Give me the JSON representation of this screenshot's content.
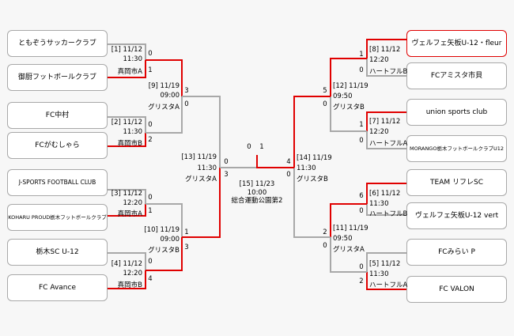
{
  "teams_left": [
    "ともぞうサッカークラブ",
    "御厨フットボールクラブ",
    "FC中村",
    "FCがむしゃら",
    "J-SPORTS FOOTBALL CLUB",
    "KOHARU PROUD栃木フットボールクラブ",
    "栃木SC U-12",
    "FC Avance"
  ],
  "teams_right": [
    "ヴェルフェ矢板U-12・fleur",
    "FCアミスタ市貝",
    "union sports club",
    "MORANGO栃木フットボールクラブU12",
    "TEAM リフレSC",
    "ヴェルフェ矢板U-12 vert",
    "FCみらい P",
    "FC VALON"
  ],
  "matches": {
    "m1": {
      "no": "[1] 11/12",
      "time": "11:30",
      "venue": "真岡市A",
      "s1": "0",
      "s2": "1"
    },
    "m2": {
      "no": "[2] 11/12",
      "time": "11:30",
      "venue": "真岡市B",
      "s1": "0",
      "s2": "2"
    },
    "m3": {
      "no": "[3] 11/12",
      "time": "12:20",
      "venue": "真岡市A",
      "s1": "0",
      "s2": "1"
    },
    "m4": {
      "no": "[4] 11/12",
      "time": "12:20",
      "venue": "真岡市B",
      "s1": "0",
      "s2": "4"
    },
    "m5": {
      "no": "[5] 11/12",
      "time": "11:30",
      "venue": "ハートフルA",
      "s1": "0",
      "s2": "2"
    },
    "m6": {
      "no": "[6] 11/12",
      "time": "11:30",
      "venue": "ハートフルB",
      "s1": "6",
      "s2": "0"
    },
    "m7": {
      "no": "[7] 11/12",
      "time": "12:20",
      "venue": "ハートフルA",
      "s1": "1",
      "s2": "0"
    },
    "m8": {
      "no": "[8] 11/12",
      "time": "12:20",
      "venue": "ハートフルB",
      "s1": "1",
      "s2": "0"
    },
    "m9": {
      "no": "[9] 11/19",
      "time": "09:00",
      "venue": "グリスタA",
      "s1": "3",
      "s2": "0"
    },
    "m10": {
      "no": "[10] 11/19",
      "time": "09:00",
      "venue": "グリスタB",
      "s1": "1",
      "s2": "3"
    },
    "m11": {
      "no": "[11] 11/19",
      "time": "09:50",
      "venue": "グリスタA",
      "s1": "2",
      "s2": "0"
    },
    "m12": {
      "no": "[12] 11/19",
      "time": "09:50",
      "venue": "グリスタB",
      "s1": "5",
      "s2": "0"
    },
    "m13": {
      "no": "[13] 11/19",
      "time": "11:30",
      "venue": "グリスタA",
      "s1": "0",
      "s2": "3"
    },
    "m14": {
      "no": "[14] 11/19",
      "time": "11:30",
      "venue": "グリスタB",
      "s1": "4",
      "s2": "0"
    },
    "final": {
      "no": "[15] 11/23",
      "time": "10:00",
      "venue": "総合運動公園第2",
      "s1": "0",
      "s2": "1"
    }
  },
  "colors": {
    "winner_line": "#e00000",
    "loser_line": "#a8a8a8",
    "background": "#f7f7f7"
  }
}
